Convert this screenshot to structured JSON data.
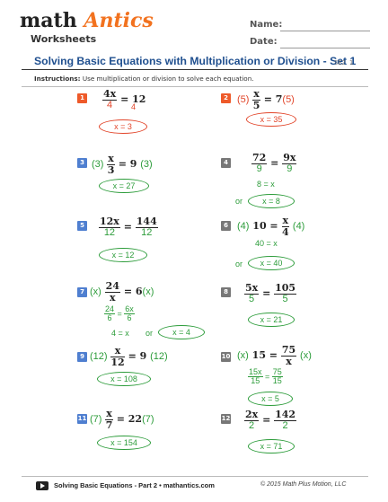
{
  "header": {
    "logo_math": "math",
    "logo_antics": "Antics",
    "logo_sub": "Worksheets",
    "name_label": "Name:",
    "date_label": "Date:"
  },
  "title": "Solving Basic Equations with Multiplication or Division - Set 1",
  "code": "SE2 1",
  "instructions": {
    "label": "Instructions:",
    "text": "Use multiplication or division to solve each equation."
  },
  "problems": {
    "p1": {
      "num": "1",
      "n": "4x",
      "d": "4",
      "eq": "= 12",
      "wd": "4",
      "answer": "x = 3"
    },
    "p2": {
      "num": "2",
      "pre": "(5)",
      "n": "x",
      "d": "5",
      "eq": "= 7",
      "post": "(5)",
      "answer": "x = 35"
    },
    "p3": {
      "num": "3",
      "pre": "(3)",
      "n": "x",
      "d": "3",
      "eq": "= 9",
      "post": "(3)",
      "answer": "x = 27"
    },
    "p4": {
      "num": "4",
      "n1": "72",
      "n2": "9x",
      "d1": "9",
      "d2": "9",
      "line": "8 = x",
      "or": "or",
      "answer": "x = 8"
    },
    "p5": {
      "num": "5",
      "n1": "12x",
      "n2": "144",
      "d1": "12",
      "d2": "12",
      "answer": "x = 12"
    },
    "p6": {
      "num": "6",
      "pre": "(4)",
      "lhs": "10 =",
      "n": "x",
      "d": "4",
      "post": "(4)",
      "line": "40 = x",
      "or": "or",
      "answer": "x = 40"
    },
    "p7": {
      "num": "7",
      "pre": "(x)",
      "n": "24",
      "d": "x",
      "eq": "= 6",
      "post": "(x)",
      "w1n": "24",
      "w1d": "6",
      "w2n": "6x",
      "w2d": "6",
      "line": "4 = x",
      "or": "or",
      "answer": "x = 4"
    },
    "p8": {
      "num": "8",
      "n1": "5x",
      "n2": "105",
      "d1": "5",
      "d2": "5",
      "answer": "x = 21"
    },
    "p9": {
      "num": "9",
      "pre": "(12)",
      "n": "x",
      "d": "12",
      "eq": "= 9",
      "post": "(12)",
      "answer": "x = 108"
    },
    "p10": {
      "num": "10",
      "pre": "(x)",
      "lhs": "15 =",
      "n": "75",
      "d": "x",
      "post": "(x)",
      "w1n": "15x",
      "w1d": "15",
      "w2n": "75",
      "w2d": "15",
      "answer": "x = 5"
    },
    "p11": {
      "num": "11",
      "pre": "(7)",
      "n": "x",
      "d": "7",
      "eq": "= 22",
      "post": "(7)",
      "answer": "x = 154"
    },
    "p12": {
      "num": "12",
      "n1": "2x",
      "n2": "142",
      "d1": "2",
      "d2": "2",
      "answer": "x = 71"
    }
  },
  "footer": {
    "left": "Solving Basic Equations - Part 2 • mathantics.com",
    "right": "© 2015 Math Plus Motion, LLC"
  }
}
